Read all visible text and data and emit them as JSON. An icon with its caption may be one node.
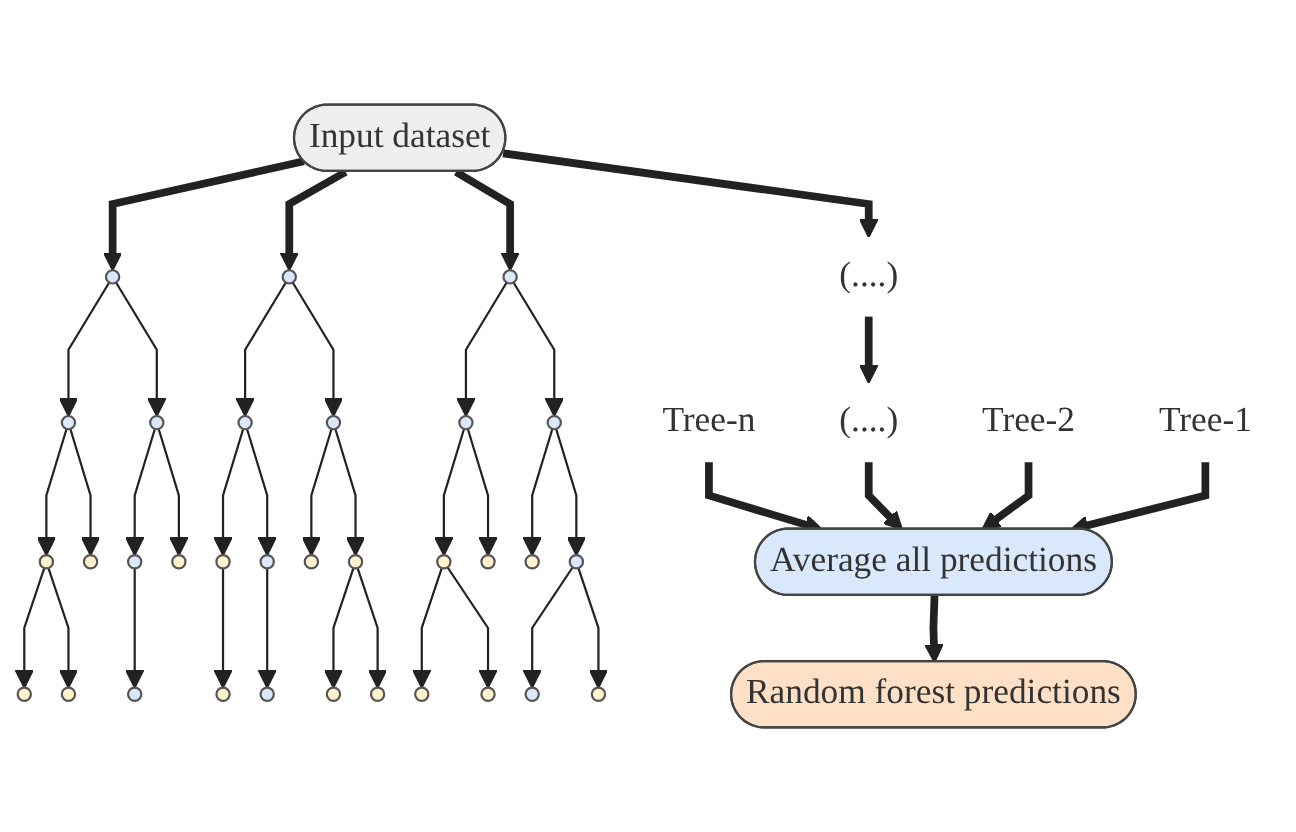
{
  "diagram": {
    "nodes": [
      {
        "text": [
          "Input dataset"
        ]
      },
      {
        "text": [],
        "shape": "circle"
      },
      {
        "text": [],
        "shape": "circle"
      },
      {
        "text": [],
        "shape": "circle"
      },
      {
        "text": [],
        "shape": "circle"
      },
      {
        "text": [],
        "shape": "circle"
      },
      {
        "text": [],
        "shape": "circle"
      },
      {
        "text": [],
        "shape": "circle"
      },
      {
        "text": [],
        "shape": "circle"
      },
      {
        "text": [],
        "shape": "circle"
      },
      {
        "text": [],
        "shape": "circle"
      },
      {
        "text": [],
        "shape": "circle"
      },
      {
        "text": [],
        "shape": "circle"
      },
      {
        "text": [],
        "shape": "circle"
      },
      {
        "text": [],
        "shape": "circle"
      },
      {
        "text": [],
        "shape": "circle"
      },
      {
        "text": [],
        "shape": "circle"
      },
      {
        "text": [],
        "shape": "circle"
      },
      {
        "text": [],
        "shape": "circle"
      },
      {
        "text": [],
        "shape": "circle"
      },
      {
        "text": [],
        "shape": "circle"
      },
      {
        "text": [],
        "shape": "circle"
      },
      {
        "text": [],
        "shape": "circle"
      },
      {
        "text": [],
        "shape": "circle"
      },
      {
        "text": [],
        "shape": "circle"
      },
      {
        "text": [],
        "shape": "circle"
      },
      {
        "text": [],
        "shape": "circle"
      },
      {
        "text": [],
        "shape": "circle"
      },
      {
        "text": [],
        "shape": "circle"
      },
      {
        "text": [],
        "shape": "circle"
      },
      {
        "text": [],
        "shape": "circle"
      },
      {
        "text": [],
        "shape": "circle"
      },
      {
        "text": [],
        "shape": "circle"
      },
      {
        "text": [
          "(....)"
        ]
      },
      {
        "text": [
          "(....)"
        ]
      },
      {
        "text": [
          "Tree-1"
        ]
      },
      {
        "text": [
          "Tree-2"
        ]
      },
      {
        "text": [
          "Tree-n"
        ]
      },
      {
        "text": [
          "Average all predictions"
        ]
      },
      {
        "text": [
          "Random forest predictions"
        ]
      }
    ],
    "edges": [
      {
        "from": 0,
        "to": 1,
        "arrow": "to",
        "style": "thick"
      },
      {
        "from": 0,
        "to": 11,
        "arrow": "to",
        "style": "thick"
      },
      {
        "from": 0,
        "to": 33,
        "arrow": "to",
        "style": "thick"
      },
      {
        "from": 0,
        "to": 22,
        "arrow": "to",
        "style": "thick"
      },
      {
        "from": 1,
        "to": 2,
        "arrow": "to"
      },
      {
        "from": 1,
        "to": 3,
        "arrow": "to"
      },
      {
        "from": 2,
        "to": 4,
        "arrow": "to"
      },
      {
        "from": 2,
        "to": 5,
        "arrow": "to"
      },
      {
        "from": 3,
        "to": 6,
        "arrow": "to"
      },
      {
        "from": 3,
        "to": 7,
        "arrow": "to"
      },
      {
        "from": 4,
        "to": 8,
        "arrow": "to"
      },
      {
        "from": 4,
        "to": 9,
        "arrow": "to"
      },
      {
        "from": 6,
        "to": 10,
        "arrow": "to"
      },
      {
        "from": 11,
        "to": 12,
        "arrow": "to"
      },
      {
        "from": 11,
        "to": 13,
        "arrow": "to"
      },
      {
        "from": 12,
        "to": 14,
        "arrow": "to"
      },
      {
        "from": 12,
        "to": 15,
        "arrow": "to"
      },
      {
        "from": 13,
        "to": 16,
        "arrow": "to"
      },
      {
        "from": 13,
        "to": 17,
        "arrow": "to"
      },
      {
        "from": 14,
        "to": 18,
        "arrow": "to"
      },
      {
        "from": 15,
        "to": 19,
        "arrow": "to"
      },
      {
        "from": 17,
        "to": 20,
        "arrow": "to"
      },
      {
        "from": 17,
        "to": 21,
        "arrow": "to"
      },
      {
        "from": 22,
        "to": 23,
        "arrow": "to"
      },
      {
        "from": 22,
        "to": 24,
        "arrow": "to"
      },
      {
        "from": 23,
        "to": 25,
        "arrow": "to"
      },
      {
        "from": 23,
        "to": 26,
        "arrow": "to"
      },
      {
        "from": 24,
        "to": 27,
        "arrow": "to"
      },
      {
        "from": 24,
        "to": 28,
        "arrow": "to"
      },
      {
        "from": 25,
        "to": 29,
        "arrow": "to"
      },
      {
        "from": 25,
        "to": 30,
        "arrow": "to"
      },
      {
        "from": 28,
        "to": 31,
        "arrow": "to"
      },
      {
        "from": 28,
        "to": 32,
        "arrow": "to"
      },
      {
        "from": 33,
        "to": 34,
        "arrow": "to",
        "style": "thick"
      },
      {
        "from": 35,
        "to": 38,
        "arrow": "to",
        "style": "thick"
      },
      {
        "from": 36,
        "to": 38,
        "arrow": "to",
        "style": "thick"
      },
      {
        "from": 34,
        "to": 38,
        "arrow": "to",
        "style": "thick"
      },
      {
        "from": 37,
        "to": 38,
        "arrow": "to",
        "style": "thick"
      },
      {
        "from": 38,
        "to": 39,
        "arrow": "to",
        "style": "thick"
      }
    ]
  }
}
